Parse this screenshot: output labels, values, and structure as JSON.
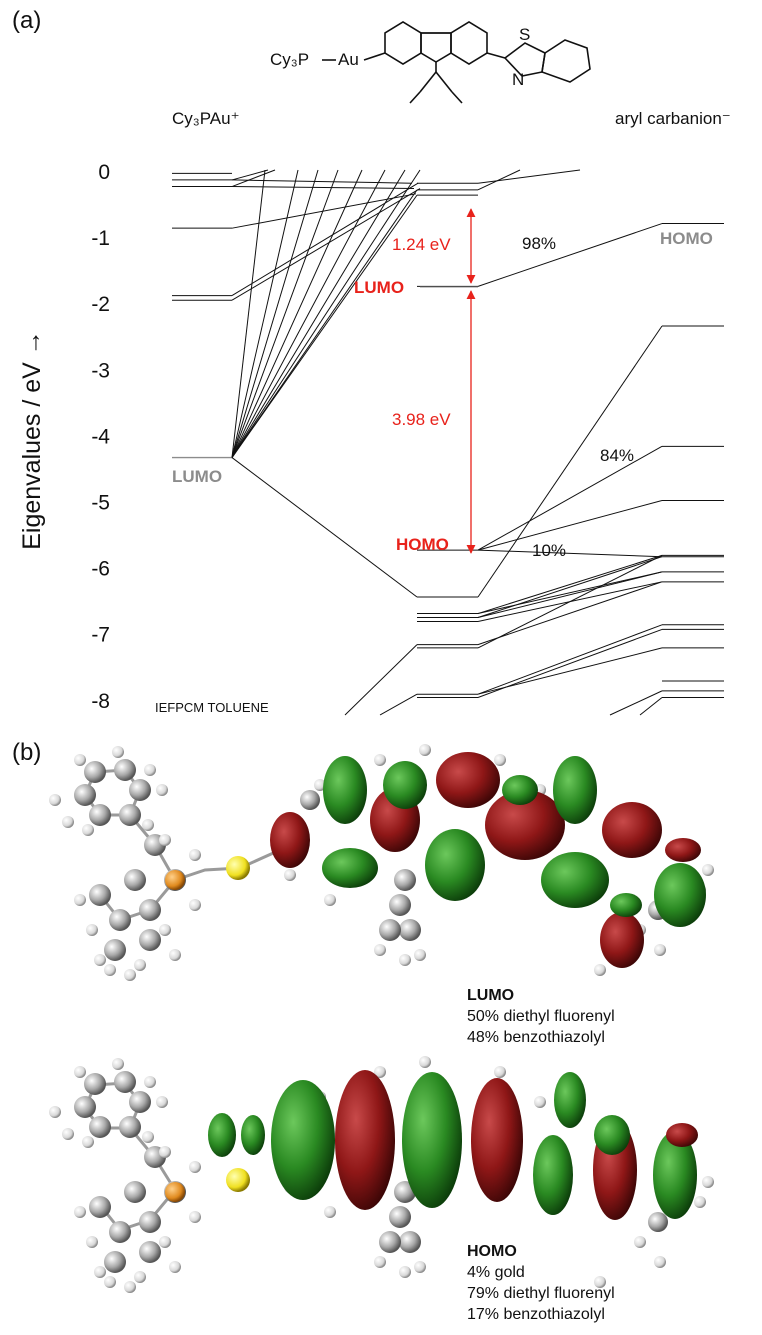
{
  "panel_a": {
    "label": "(a)",
    "left_fragment": "Cy₃PAu⁺",
    "right_fragment": "aryl carbanion⁻",
    "molecule": {
      "phosphine": "Cy₃P",
      "metal": "Au",
      "ring_S": "S",
      "ring_N": "N"
    },
    "solvent_note": "IEFPCM TOLUENE",
    "left_lumo_label": "LUMO",
    "right_homo_label": "HOMO",
    "complex_lumo_label": "LUMO",
    "complex_homo_label": "HOMO",
    "gap_upper": "1.24 eV",
    "gap_lower": "3.98 eV",
    "pct_98": "98%",
    "pct_84": "84%",
    "pct_10": "10%"
  },
  "chart_data": {
    "type": "diagram",
    "ylabel": "Eigenvalues / eV →",
    "ylim": [
      -8,
      0
    ],
    "yticks": [
      "0",
      "-1",
      "-2",
      "-3",
      "-4",
      "-5",
      "-6",
      "-7",
      "-8"
    ],
    "levels": {
      "left": [
        -0.02,
        -0.12,
        -0.22,
        -0.85,
        -1.87,
        -1.94,
        -4.32
      ],
      "center": [
        -0.17,
        -0.27,
        -0.35,
        -1.73,
        -5.72,
        -6.43,
        -6.68,
        -6.74,
        -6.8,
        -7.15,
        -7.2,
        -7.9,
        -7.95
      ],
      "right": [
        -0.78,
        -2.33,
        -4.15,
        -4.97,
        -5.8,
        -5.82,
        -6.05,
        -6.2,
        -6.85,
        -6.92,
        -7.2,
        -7.7,
        -7.85,
        -7.95
      ]
    },
    "annotations": {
      "complex_lumo": -1.73,
      "complex_homo": -5.72,
      "upper_arrow_top": -0.49
    }
  },
  "panel_b": {
    "label": "(b)",
    "lumo_caption": {
      "title": "LUMO",
      "lines": [
        "50% diethyl fluorenyl",
        "48% benzothiazolyl"
      ]
    },
    "homo_caption": {
      "title": "HOMO",
      "lines": [
        "4% gold",
        "79% diethyl fluorenyl",
        "17% benzothiazolyl"
      ]
    }
  },
  "colors": {
    "red": "#e8221b",
    "gray": "#8c8c8c",
    "lobe_green": "#2a8a22",
    "lobe_red": "#8f1717",
    "atom": "#a8a8a8"
  }
}
